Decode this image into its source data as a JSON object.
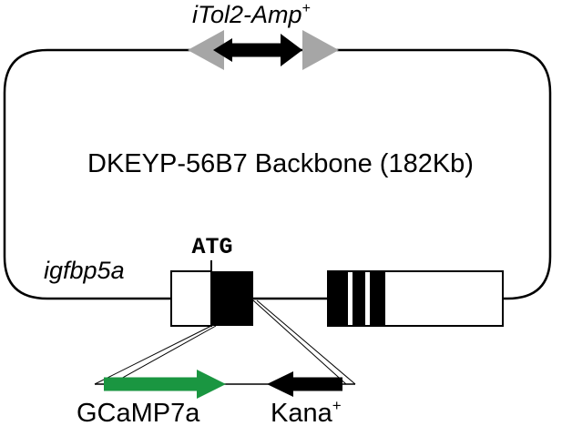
{
  "plasmid": {
    "top_label": "iTol2-Amp",
    "top_label_sup": "+",
    "backbone_label": "DKEYP-56B7 Backbone (182Kb)"
  },
  "gene": {
    "name": "igfbp5a",
    "start_codon": "ATG"
  },
  "insert": {
    "reporter_label": "GCaMP7a",
    "selection_label": "Kana",
    "selection_sup": "+"
  },
  "colors": {
    "outline": "#000000",
    "tol2_arms": "#a6a6a6",
    "amp_arrow": "#000000",
    "gcamp_arrow": "#1a9641",
    "kana_arrow": "#000000",
    "exon": "#000000",
    "utr": "#ffffff"
  }
}
